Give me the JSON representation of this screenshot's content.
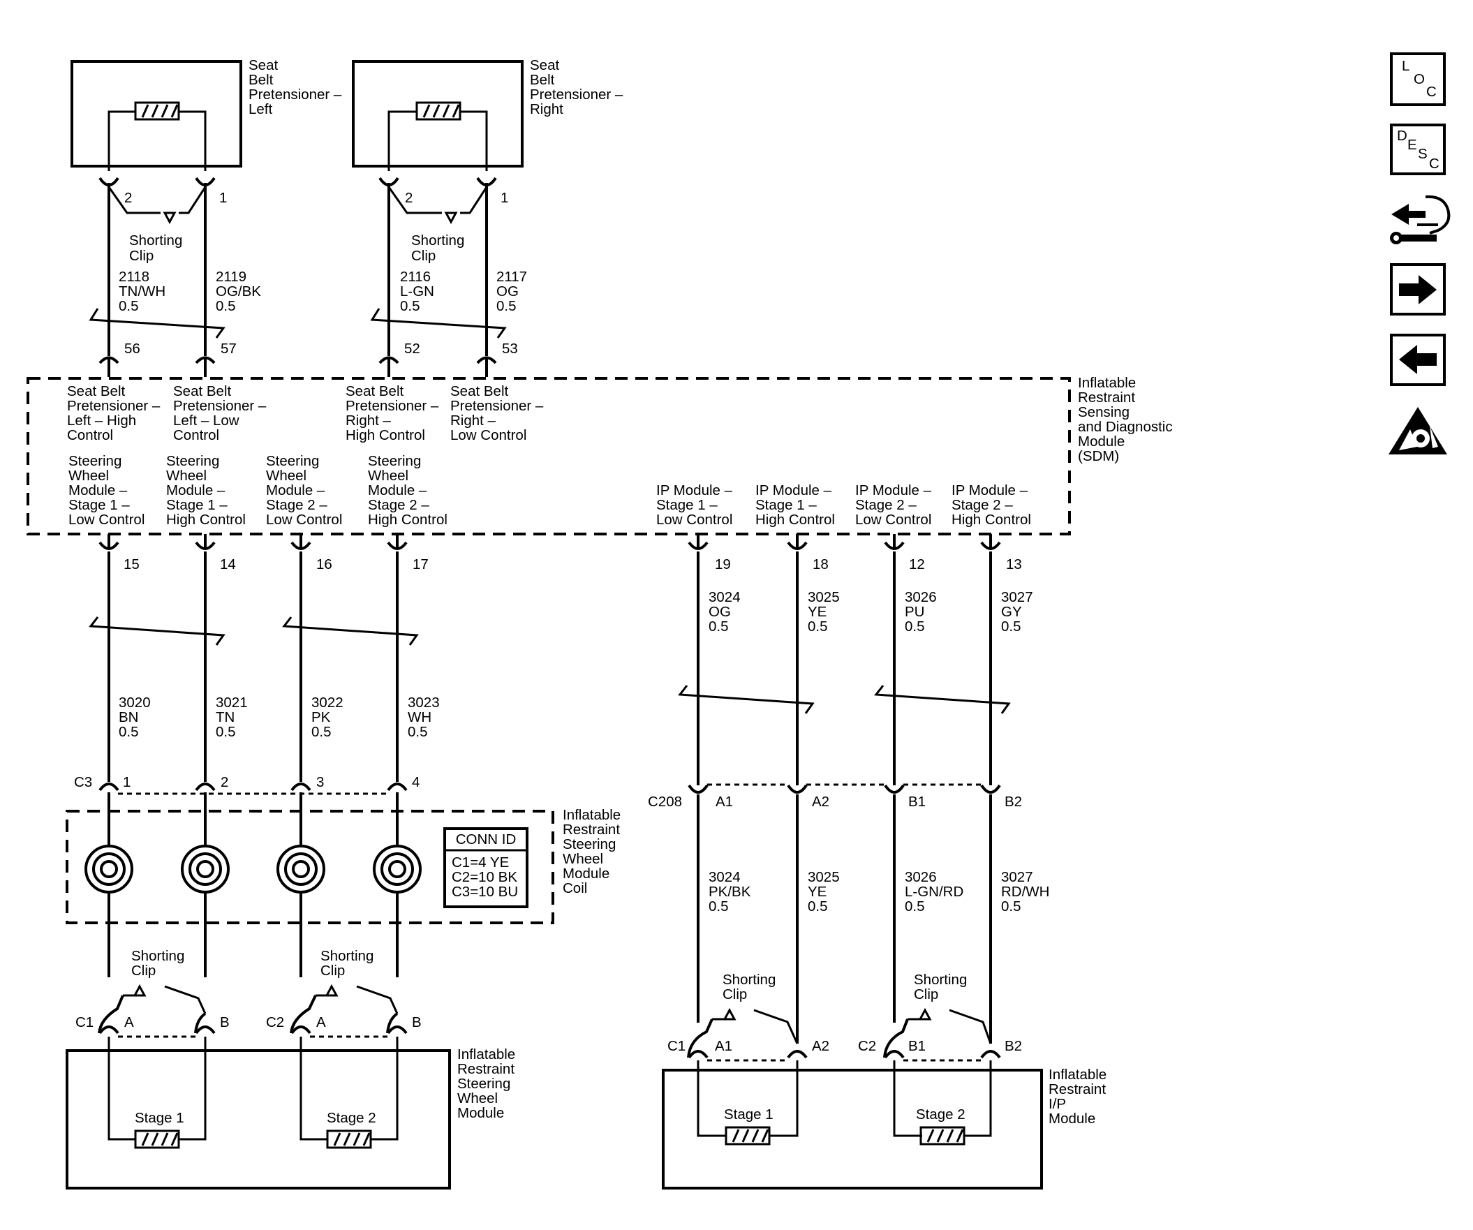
{
  "components": {
    "sbp_left": [
      "Seat",
      "Belt",
      "Pretensioner –",
      "Left"
    ],
    "sbp_right": [
      "Seat",
      "Belt",
      "Pretensioner –",
      "Right"
    ],
    "sdm": [
      "Inflatable",
      "Restraint",
      "Sensing",
      "and Diagnostic",
      "Module",
      "(SDM)"
    ],
    "coil": [
      "Inflatable",
      "Restraint",
      "Steering",
      "Wheel",
      "Module",
      "Coil"
    ],
    "swm": [
      "Inflatable",
      "Restraint",
      "Steering",
      "Wheel",
      "Module"
    ],
    "ipm": [
      "Inflatable",
      "Restraint",
      "I/P",
      "Module"
    ]
  },
  "sdm_inputs": {
    "sbp_l_high": [
      "Seat Belt",
      "Pretensioner –",
      "Left – High",
      "Control"
    ],
    "sbp_l_low": [
      "Seat Belt",
      "Pretensioner –",
      "Left – Low",
      "Control"
    ],
    "sbp_r_high": [
      "Seat Belt",
      "Pretensioner –",
      "Right –",
      "High Control"
    ],
    "sbp_r_low": [
      "Seat Belt",
      "Pretensioner –",
      "Right –",
      "Low Control"
    ],
    "sw_s1_low": [
      "Steering",
      "Wheel",
      "Module –",
      "Stage 1 –",
      "Low Control"
    ],
    "sw_s1_high": [
      "Steering",
      "Wheel",
      "Module –",
      "Stage 1 –",
      "High Control"
    ],
    "sw_s2_low": [
      "Steering",
      "Wheel",
      "Module –",
      "Stage 2 –",
      "Low Control"
    ],
    "sw_s2_high": [
      "Steering",
      "Wheel",
      "Module –",
      "Stage 2 –",
      "High Control"
    ],
    "ip_s1_low": [
      "IP Module –",
      "Stage 1 –",
      "Low Control"
    ],
    "ip_s1_high": [
      "IP Module –",
      "Stage 1 –",
      "High Control"
    ],
    "ip_s2_low": [
      "IP Module –",
      "Stage 2 –",
      "Low Control"
    ],
    "ip_s2_high": [
      "IP Module –",
      "Stage 2 –",
      "High Control"
    ]
  },
  "sdm_pins": {
    "p56": "56",
    "p57": "57",
    "p52": "52",
    "p53": "53",
    "p15": "15",
    "p14": "14",
    "p16": "16",
    "p17": "17",
    "p19": "19",
    "p18": "18",
    "p12": "12",
    "p13": "13"
  },
  "pretensioner_pins": {
    "lp2": "2",
    "lp1": "1",
    "rp2": "2",
    "rp1": "1"
  },
  "wires": {
    "w2118": [
      "2118",
      "TN/WH",
      "0.5"
    ],
    "w2119": [
      "2119",
      "OG/BK",
      "0.5"
    ],
    "w2116": [
      "2116",
      "L-GN",
      "0.5"
    ],
    "w2117": [
      "2117",
      "OG",
      "0.5"
    ],
    "w3020": [
      "3020",
      "BN",
      "0.5"
    ],
    "w3021": [
      "3021",
      "TN",
      "0.5"
    ],
    "w3022": [
      "3022",
      "PK",
      "0.5"
    ],
    "w3023": [
      "3023",
      "WH",
      "0.5"
    ],
    "w3024a": [
      "3024",
      "OG",
      "0.5"
    ],
    "w3025a": [
      "3025",
      "YE",
      "0.5"
    ],
    "w3026a": [
      "3026",
      "PU",
      "0.5"
    ],
    "w3027a": [
      "3027",
      "GY",
      "0.5"
    ],
    "w3024b": [
      "3024",
      "PK/BK",
      "0.5"
    ],
    "w3025b": [
      "3025",
      "YE",
      "0.5"
    ],
    "w3026b": [
      "3026",
      "L-GN/RD",
      "0.5"
    ],
    "w3027b": [
      "3027",
      "RD/WH",
      "0.5"
    ]
  },
  "shorting_clip": [
    "Shorting",
    "Clip"
  ],
  "connectors": {
    "c3": "C3",
    "c3_p1": "1",
    "c3_p2": "2",
    "c3_p3": "3",
    "c3_p4": "4",
    "c208": "C208",
    "c208_a1": "A1",
    "c208_a2": "A2",
    "c208_b1": "B1",
    "c208_b2": "B2",
    "sw_c1": "C1",
    "sw_c1_a": "A",
    "sw_c1_b": "B",
    "sw_c2": "C2",
    "sw_c2_a": "A",
    "sw_c2_b": "B",
    "ip_c1": "C1",
    "ip_c1_a1": "A1",
    "ip_c1_a2": "A2",
    "ip_c2": "C2",
    "ip_c2_b1": "B1",
    "ip_c2_b2": "B2"
  },
  "conn_id": {
    "title": "CONN ID",
    "lines": [
      "C1=4 YE",
      "C2=10 BK",
      "C3=10 BU"
    ]
  },
  "stages": {
    "sw1": "Stage 1",
    "sw2": "Stage 2",
    "ip1": "Stage 1",
    "ip2": "Stage 2"
  },
  "side_icons": {
    "loc": [
      "L",
      "O",
      "C"
    ],
    "desc": [
      "D",
      "E",
      "S",
      "C"
    ]
  }
}
